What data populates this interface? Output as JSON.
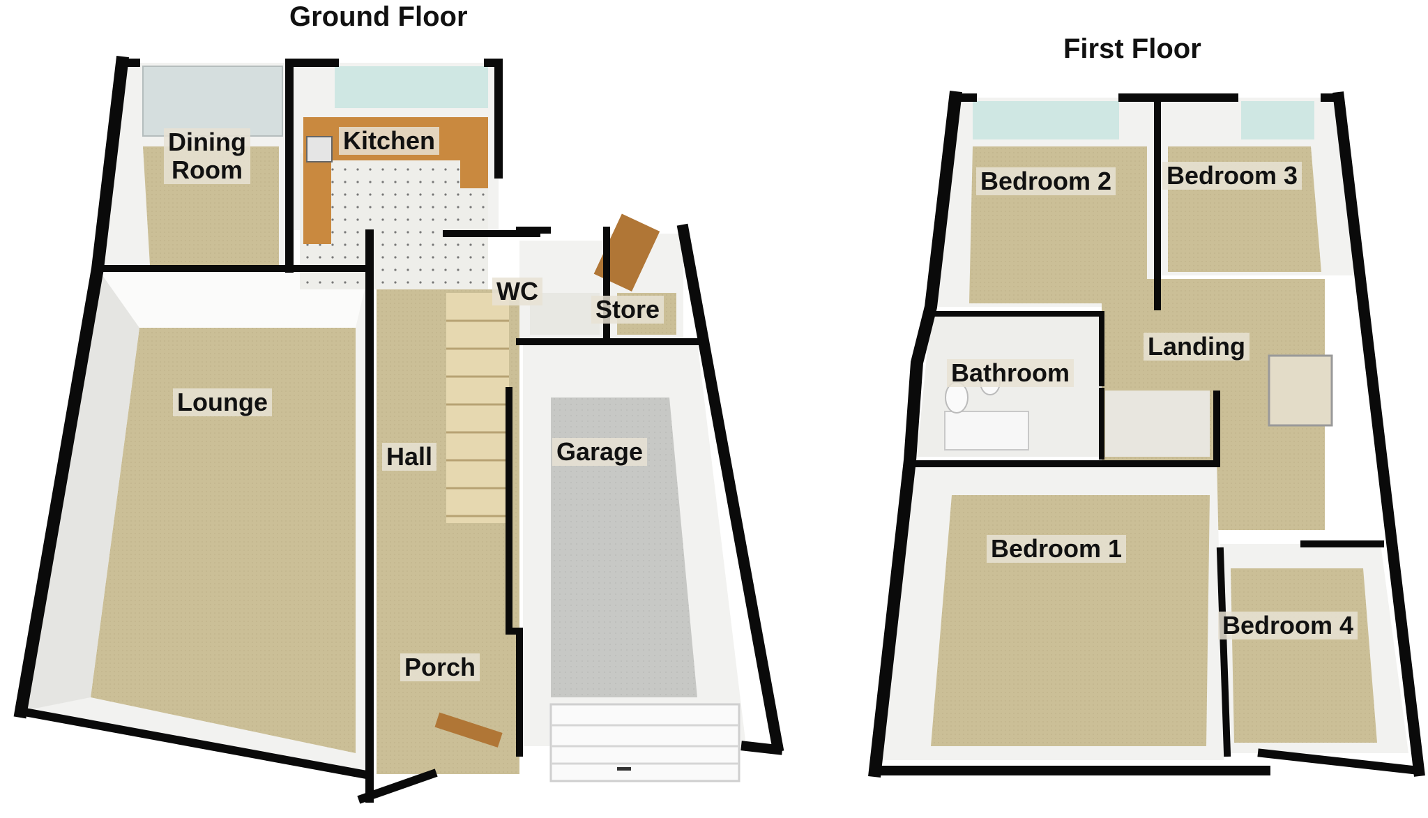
{
  "floors": [
    {
      "title": "Ground Floor",
      "rooms": {
        "dining": [
          "Dining",
          "Room"
        ],
        "kitchen": "Kitchen",
        "lounge": "Lounge",
        "hall": "Hall",
        "wc": "WC",
        "store": "Store",
        "garage": "Garage",
        "porch": "Porch"
      }
    },
    {
      "title": "First Floor",
      "rooms": {
        "bedroom2": "Bedroom 2",
        "bedroom3": "Bedroom 3",
        "bathroom": "Bathroom",
        "landing": "Landing",
        "bedroom1": "Bedroom 1",
        "bedroom4": "Bedroom 4"
      }
    }
  ],
  "colors": {
    "wall": "#0a0a0a",
    "carpet": "#cbbf97",
    "vinyl": "#e8e8e2",
    "garage_floor": "#c6c7c4",
    "kitchen_worktop": "#c9893f",
    "door_wood": "#b07636",
    "wall_face": "#f3f3f1",
    "window": "#cfe7e3"
  }
}
